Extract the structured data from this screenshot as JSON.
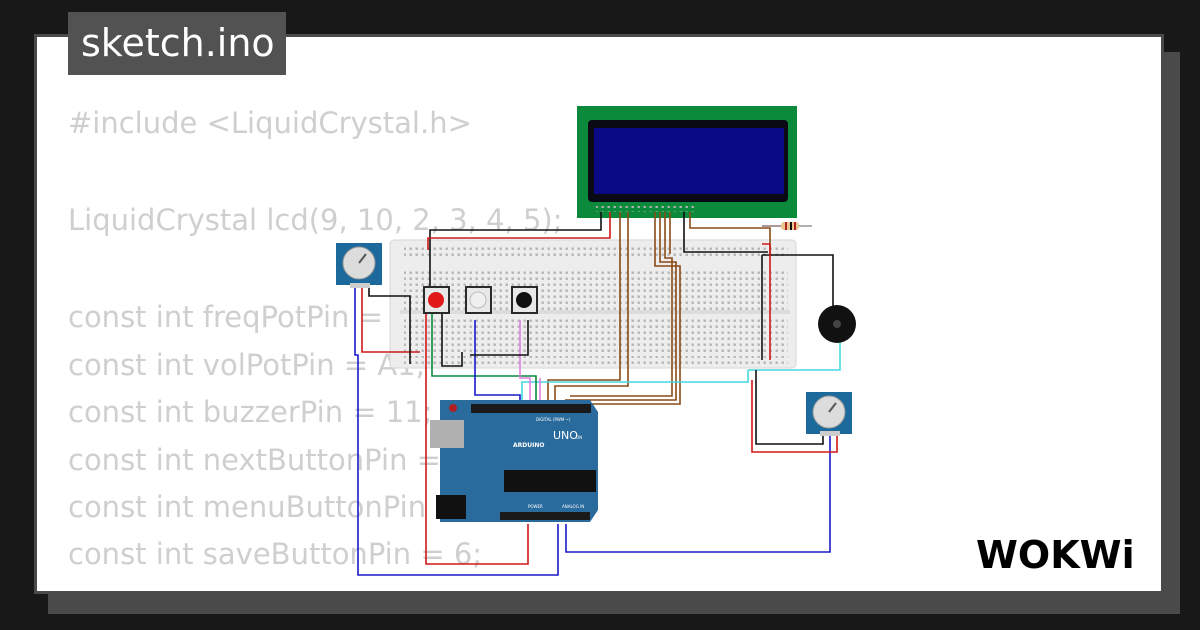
{
  "file_tab": {
    "label": "sketch.ino"
  },
  "code_lines": [
    "#include <LiquidCrystal.h>",
    "",
    "LiquidCrystal lcd(9, 10, 2, 3, 4, 5);",
    "",
    "const int freqPotPin = A0;",
    "const int volPotPin = A1;",
    "const int buzzerPin = 11;",
    "const int nextButtonPin = 7;",
    "const int menuButtonPin = 8;",
    "const int saveButtonPin = 6;"
  ],
  "arduino": {
    "model": "UNO",
    "brand": "ARDUINO",
    "digital_label": "DIGITAL (PWM ~)",
    "analog_label": "ANALOG IN",
    "power_label": "POWER",
    "on_label": "ON"
  },
  "brand": {
    "logo": "WOKWi"
  },
  "colors": {
    "background": "#181818",
    "card": "#ffffff",
    "tab": "#525252",
    "code_text": "#cfcfcf",
    "lcd_board": "#0b8a3c",
    "lcd_screen": "#0a0a86",
    "arduino": "#2a6b9e",
    "potentiometer": "#1c6a9c",
    "button_red": "#e01818",
    "button_white": "#f0f0f0",
    "button_black": "#111111"
  },
  "icons": [
    "lcd-display",
    "breadboard",
    "potentiometer",
    "push-button",
    "buzzer",
    "resistor",
    "arduino-uno",
    "wokwi-logo"
  ]
}
